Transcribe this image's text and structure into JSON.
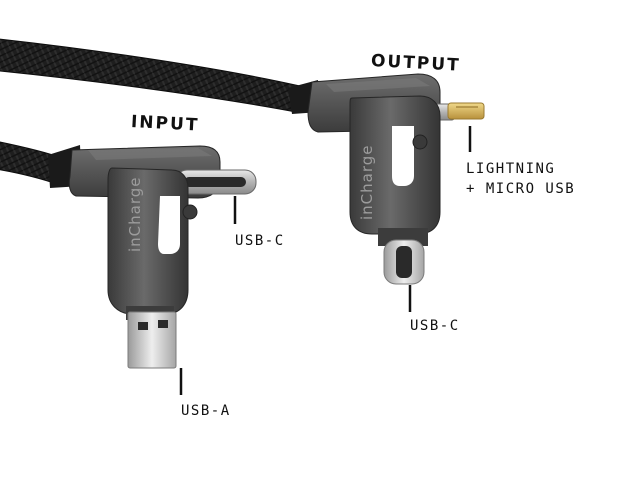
{
  "headings": {
    "input": "INPUT",
    "output": "OUTPUT"
  },
  "labels": {
    "input_usb_c": "USB-C",
    "input_usb_a": "USB-A",
    "output_lightning_line1": "LIGHTNING",
    "output_lightning_line2": "+ MICRO USB",
    "output_usb_c": "USB-C"
  },
  "brand": {
    "input_adapter": "inCharge",
    "output_adapter": "inCharge"
  },
  "colors": {
    "cable": "#1c1c1c",
    "adapter_metal": "#4a4a4a",
    "connector_silver": "#c8c8c8",
    "lightning_gold": "#d8b45a",
    "text": "#111111"
  }
}
